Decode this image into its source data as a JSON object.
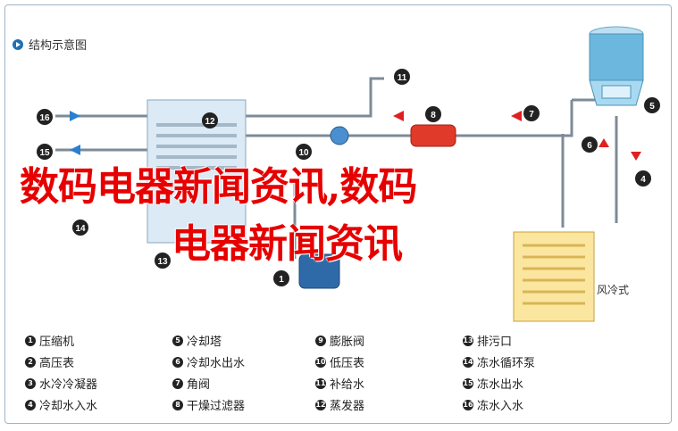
{
  "header": {
    "title": "结构示意图"
  },
  "overlay": {
    "line1": "数码电器新闻资讯,数码",
    "line2": "电器新闻资讯"
  },
  "wind_label": "风冷式",
  "callouts": [
    "⑪",
    "⑫",
    "⑧",
    "⑦",
    "⑤",
    "⑯",
    "⑮",
    "⑩",
    "⑥",
    "④",
    "⑭",
    "⑬",
    "①"
  ],
  "legend": [
    {
      "num": "1",
      "label": "压缩机"
    },
    {
      "num": "2",
      "label": "高压表"
    },
    {
      "num": "3",
      "label": "水冷冷凝器"
    },
    {
      "num": "4",
      "label": "冷却水入水"
    },
    {
      "num": "5",
      "label": "冷却塔"
    },
    {
      "num": "6",
      "label": "冷却水出水"
    },
    {
      "num": "7",
      "label": "角阀"
    },
    {
      "num": "8",
      "label": "干燥过滤器"
    },
    {
      "num": "9",
      "label": "膨胀阀"
    },
    {
      "num": "10",
      "label": "低压表"
    },
    {
      "num": "11",
      "label": "补给水"
    },
    {
      "num": "12",
      "label": "蒸发器"
    },
    {
      "num": "13",
      "label": "排污口"
    },
    {
      "num": "14",
      "label": "冻水循环泵"
    },
    {
      "num": "15",
      "label": "冻水出水"
    },
    {
      "num": "16",
      "label": "冻水入水"
    }
  ],
  "colors": {
    "pipe": "#7d8b98",
    "arrow_red": "#e02020",
    "arrow_blue": "#2a7fd0",
    "overlay_red": "#e60000"
  }
}
